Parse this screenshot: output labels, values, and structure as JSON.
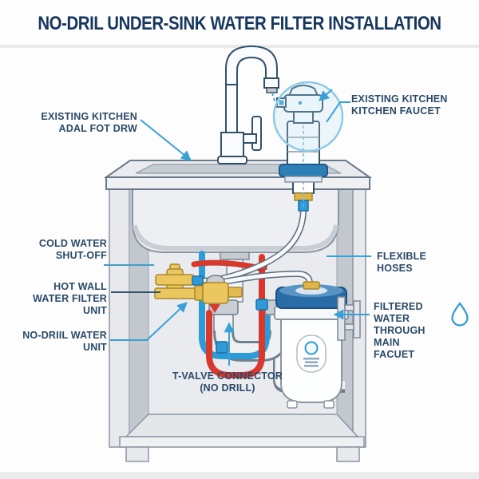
{
  "title": "NO-DRIL UNDER-SINK WATER FILTER INSTALLATION",
  "labels": {
    "existing_counter": {
      "line1": "EXISTING KITCHEN",
      "line2": "ADAL FOT DRW"
    },
    "existing_faucet": {
      "line1": "EXISTING KITCHEN",
      "line2": "KITCHEN FAUCET"
    },
    "cold_water": {
      "line1": "COLD WATER",
      "line2": "SHUT-OFF"
    },
    "hot_wall": {
      "line1": "HOT WALL",
      "line2": "WATER FILTER UNIT"
    },
    "no_drill_unit": {
      "line1": "NO-DRIIL WATER",
      "line2": "UNIT"
    },
    "t_valve": {
      "line1": "T-VALVE CONNECTOR",
      "line2": "(NO DRILL)"
    },
    "flexible_hoses": {
      "line1": "FLEXIBLE HOSES"
    },
    "filtered_water": {
      "line1": "FILTERED WATER",
      "line2": "THROUGH MAIN",
      "line3": "FACUET"
    }
  },
  "icons": {
    "water_drop": "water-drop-outline",
    "magnifier": "magnifier-circle-highlight"
  },
  "colors": {
    "title_text": "#16365f",
    "label_text": "#2a4a6b",
    "leader": "#39a0d8",
    "leader_dark": "#31566f",
    "hose_cold": "#2e9bd6",
    "hose_hot": "#d6392e",
    "brass": "#ecc75f",
    "filter_cap": "#2a6ca8",
    "cabinet_light": "#e7e9ed",
    "cabinet_dark": "#c3c8cf"
  }
}
